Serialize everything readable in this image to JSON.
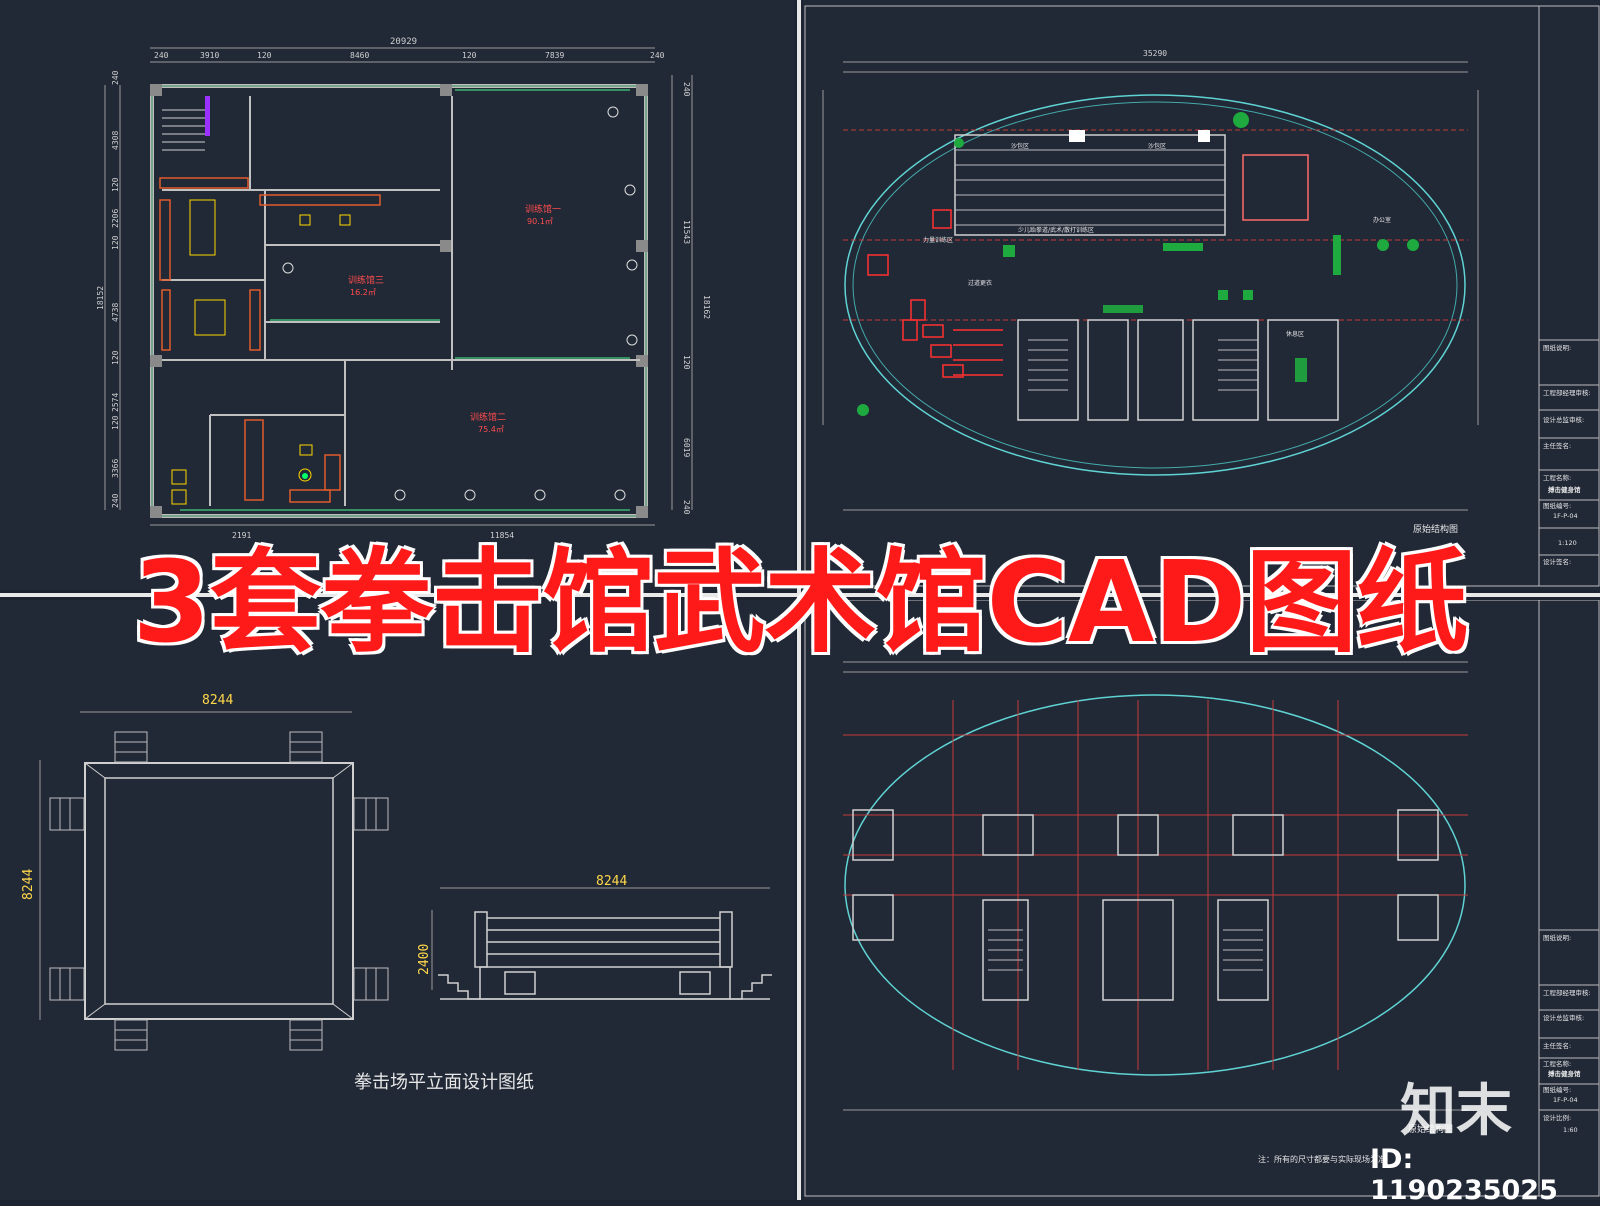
{
  "banner": {
    "title": "3套拳击馆武术馆CAD图纸"
  },
  "watermark": {
    "logo": "知末",
    "id": "ID: 1190235025"
  },
  "plan_a": {
    "overall_width": "20929",
    "top_dims": [
      "240",
      "3910",
      "120",
      "8460",
      "120",
      "7839",
      "240"
    ],
    "right_dims": [
      "240",
      "11543",
      "18162",
      "120",
      "6019",
      "240"
    ],
    "left_dims": [
      "240",
      "4308",
      "120",
      "2206",
      "18152",
      "120",
      "4738",
      "120",
      "2574",
      "120",
      "3366",
      "240"
    ],
    "bottom_dims": [
      "2191",
      "11854"
    ],
    "room1": {
      "name": "训练馆一",
      "area": "90.1㎡"
    },
    "room2": {
      "name": "训练馆二",
      "area": "75.4㎡"
    },
    "room3": {
      "name": "训练馆三",
      "area": "16.2㎡"
    }
  },
  "plan_b": {
    "top_dims": [
      "35290"
    ],
    "title": "原始结构图",
    "labels": [
      "沙包区",
      "沙包区",
      "力量训练区",
      "少儿跆拳道/武术/散打训练区",
      "过道更衣",
      "办公室",
      "休息区"
    ]
  },
  "plan_c": {
    "title": "原始结构图",
    "note": "注：所有的尺寸都要与实际现场为准"
  },
  "title_block": {
    "items": [
      "图纸说明:",
      "工程部经理审核:",
      "设计总监审核:",
      "主任签名:",
      "工程名称:",
      "搏击健身馆",
      "图纸编号:",
      "1F-P-04",
      "1:120",
      "设计签名:"
    ],
    "items_lower": [
      "图纸说明:",
      "工程部经理审核:",
      "设计总监审核:",
      "主任签名:",
      "工程名称:",
      "搏击健身馆",
      "图纸编号:",
      "1F-P-04",
      "设计比例:",
      "1:60"
    ]
  },
  "ring": {
    "plan_width": "8244",
    "plan_height": "8244",
    "elev_width": "8244",
    "elev_height": "2400",
    "caption": "拳击场平立面设计图纸"
  }
}
